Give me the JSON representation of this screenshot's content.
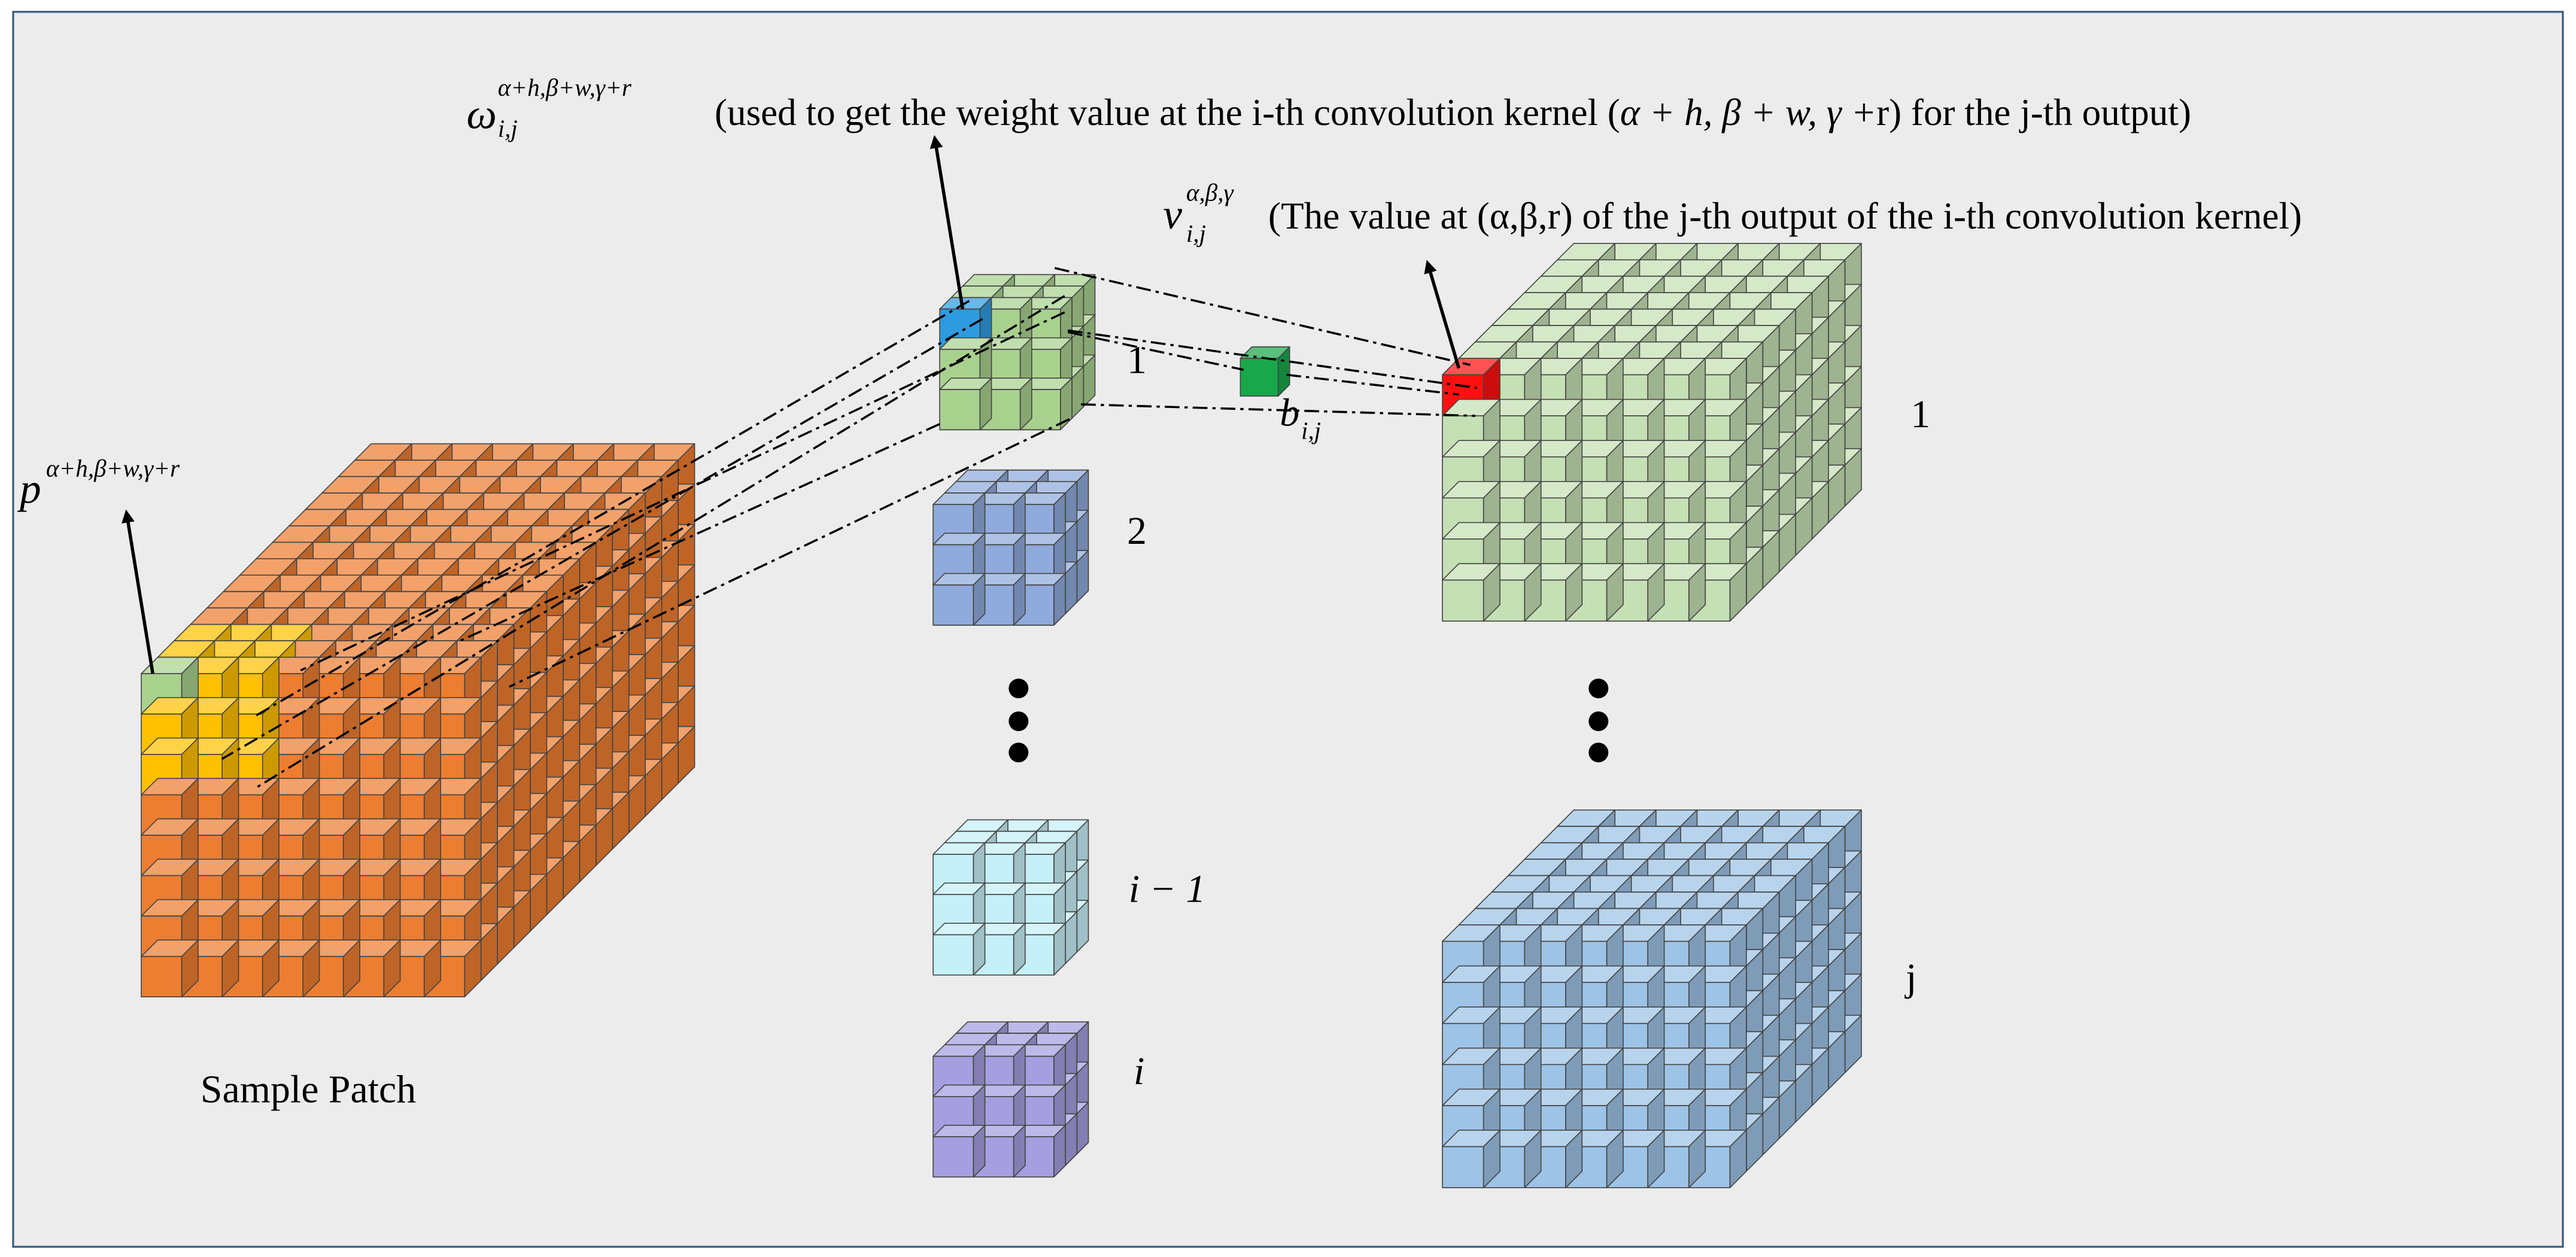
{
  "labels": {
    "weight_symbol": "ω",
    "weight_sub": "i,j",
    "weight_sup": "α+h,β+w,γ+r",
    "weight_desc_a": "(used to get the weight value at the i-th convolution kernel (",
    "weight_desc_b": "α + h, β + w, γ +",
    "weight_desc_c": "r) for the j-th output)",
    "value_symbol": "v",
    "value_sub": "i,j",
    "value_sup": "α,β,γ",
    "value_desc": "(The value at (α,β,r) of the j-th output of the i-th convolution kernel)",
    "patch_symbol": "p",
    "patch_sup": "α+h,β+w,γ+r",
    "bias_symbol": "b",
    "bias_sub": "i,j",
    "sample_patch": "Sample Patch",
    "kernel_1": "1",
    "kernel_2": "2",
    "kernel_i_minus_1": "i − 1",
    "kernel_i": "i",
    "output_1": "1",
    "output_j": "j",
    "ellipsis_kernels": "⋮",
    "ellipsis_outputs": "⋮"
  },
  "colors": {
    "background": "#ececec",
    "border": "#3f5f82",
    "sample_patch": "#ed7d31",
    "patch_highlight": "#ffc000",
    "patch_corner": "#a9d18e",
    "kernel_1": "#a9d18e",
    "kernel_2": "#8faadc",
    "kernel_i_minus_1": "#c5f0f8",
    "kernel_i": "#a59ee0",
    "weight_cell": "#2e9be0",
    "bias_cube": "#19a74b",
    "output_cell": "#ff1010",
    "output_1": "#c5e0b4",
    "output_j": "#9dc3e6"
  }
}
